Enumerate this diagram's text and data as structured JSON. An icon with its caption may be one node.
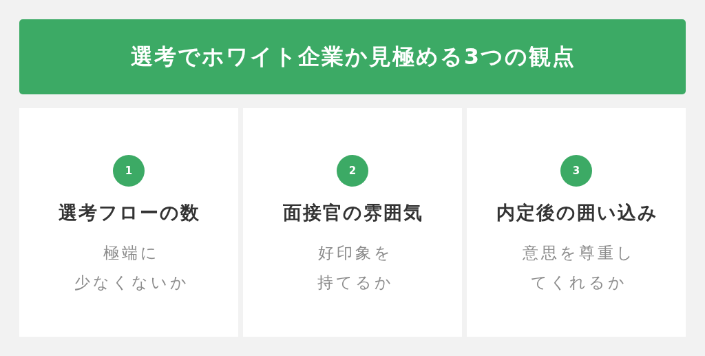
{
  "diagram": {
    "title": "選考でホワイト企業か見極める3つの観点",
    "nodes": [
      {
        "text": [
          "選考フローの数",
          "極端に少なくないか"
        ]
      },
      {
        "text": [
          "1"
        ],
        "in": 0
      },
      {
        "text": [
          "面接官の雰囲気",
          "好印象を持てるか"
        ]
      },
      {
        "text": [
          "2"
        ],
        "in": 2
      },
      {
        "text": [
          "内定後の囲い込み",
          "意思を尊重してくれるか"
        ]
      },
      {
        "text": [
          "3"
        ],
        "in": 4
      }
    ]
  }
}
